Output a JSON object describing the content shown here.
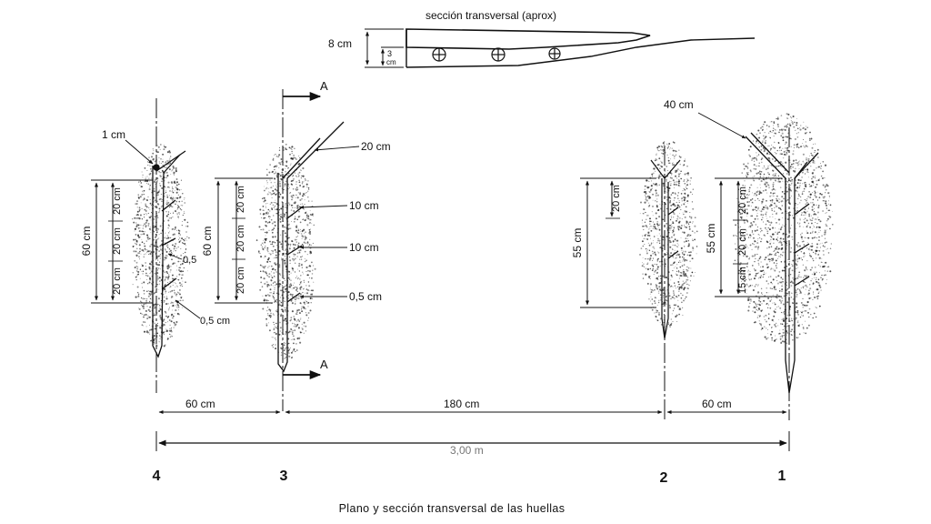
{
  "caption": "Plano y sección transversal de las huellas",
  "cross_section": {
    "title": "sección transversal (aprox)",
    "height_label": "8 cm",
    "inner_value": "3",
    "inner_unit": "cm"
  },
  "section_marks": [
    "A",
    "A"
  ],
  "prints": {
    "p4": {
      "number": "4",
      "tip": "1 cm",
      "total": "60 cm",
      "seg1": "20 cm",
      "seg2": "20 cm",
      "seg3": "20 cm",
      "gap1": "0,5",
      "gap2": "0,5 cm"
    },
    "p3": {
      "number": "3",
      "total": "60 cm",
      "seg1": "20 cm",
      "seg2": "20 cm",
      "seg3": "20 cm",
      "br1": "20 cm",
      "br2": "10 cm",
      "br3": "10 cm",
      "br4": "0,5 cm"
    },
    "p2": {
      "number": "2",
      "total": "55 cm",
      "seg1": "20 cm"
    },
    "p1": {
      "number": "1",
      "branch": "40 cm",
      "total": "55 cm",
      "seg1": "20 cm",
      "seg2": "20 cm",
      "seg3": "15 cm"
    }
  },
  "spacing": {
    "d43": "60 cm",
    "d32": "180 cm",
    "d21": "60 cm",
    "total": "3,00 m"
  }
}
